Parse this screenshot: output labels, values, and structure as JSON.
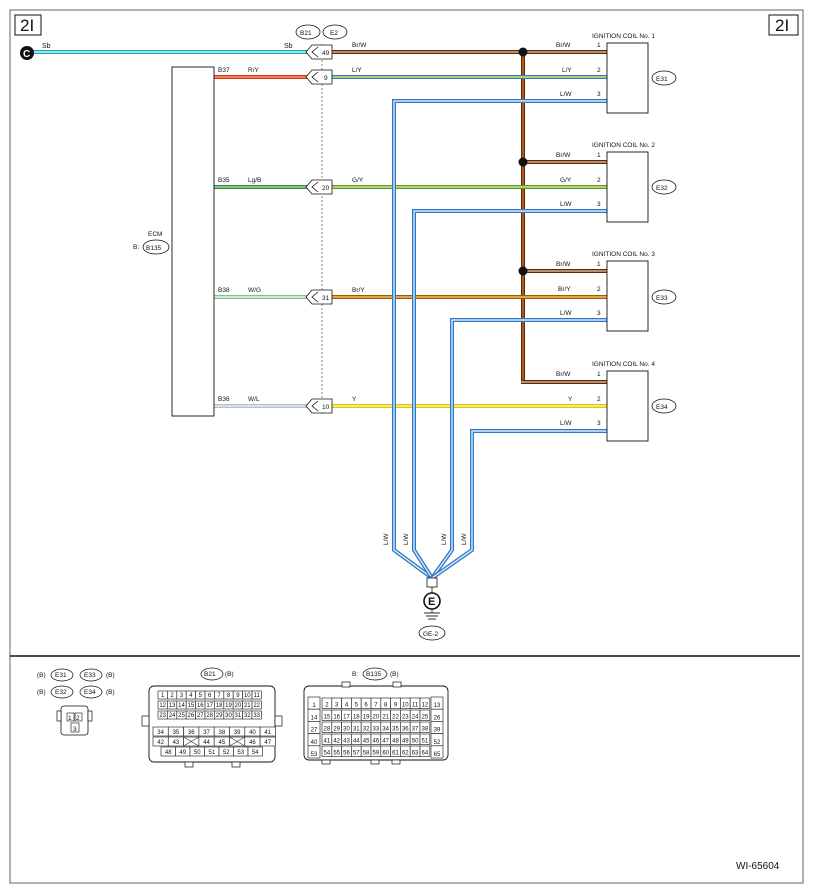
{
  "page_marks": {
    "left": "2I",
    "right": "2I",
    "doc_id": "WI-65604"
  },
  "off_page": {
    "symbol": "C",
    "wire": "Sb",
    "wire_right": "Sb"
  },
  "ecm": {
    "title": "ECM",
    "conn_prefix": "B:",
    "conn": "B135"
  },
  "joint_connectors": [
    "B21",
    "E2"
  ],
  "ecm_pins": [
    {
      "pin": "B37",
      "wire": "R/Y",
      "joint": "9",
      "right_wire": "L/Y"
    },
    {
      "pin": "B35",
      "wire": "Lg/B",
      "joint": "20",
      "right_wire": "G/Y"
    },
    {
      "pin": "B38",
      "wire": "W/G",
      "joint": "31",
      "right_wire": "Br/Y"
    },
    {
      "pin": "B36",
      "wire": "W/L",
      "joint": "10",
      "right_wire": "Y"
    }
  ],
  "sb_joint": {
    "joint": "49",
    "right_wire": "Br/W"
  },
  "coils": [
    {
      "title": "IGNITION COIL No. 1",
      "conn": "E31",
      "pins": [
        {
          "n": "1",
          "wire": "Br/W"
        },
        {
          "n": "2",
          "wire": "L/Y"
        },
        {
          "n": "3",
          "wire": "L/W"
        }
      ]
    },
    {
      "title": "IGNITION COIL No. 2",
      "conn": "E32",
      "pins": [
        {
          "n": "1",
          "wire": "Br/W"
        },
        {
          "n": "2",
          "wire": "G/Y"
        },
        {
          "n": "3",
          "wire": "L/W"
        }
      ]
    },
    {
      "title": "IGNITION COIL No. 3",
      "conn": "E33",
      "pins": [
        {
          "n": "1",
          "wire": "Br/W"
        },
        {
          "n": "2",
          "wire": "Br/Y"
        },
        {
          "n": "3",
          "wire": "L/W"
        }
      ]
    },
    {
      "title": "IGNITION COIL No. 4",
      "conn": "E34",
      "pins": [
        {
          "n": "1",
          "wire": "Br/W"
        },
        {
          "n": "2",
          "wire": "Y"
        },
        {
          "n": "3",
          "wire": "L/W"
        }
      ]
    }
  ],
  "ground": {
    "symbol": "E",
    "label": "GE-2",
    "wire_labels": [
      "L/W",
      "L/W",
      "L/W",
      "L/W"
    ]
  },
  "legend": {
    "coil_conn": {
      "b1": "(B)",
      "e31": "E31",
      "e33": "E33",
      "b2": "(B)",
      "b3": "(B)",
      "e32": "E32",
      "e34": "E34",
      "b4": "(B)",
      "pins": [
        "1",
        "2",
        "3"
      ]
    },
    "b21": {
      "name": "B21",
      "suffix": "(B)",
      "rows": [
        [
          "1",
          "2",
          "3",
          "4",
          "5",
          "6",
          "7",
          "8",
          "9",
          "10",
          "11"
        ],
        [
          "12",
          "13",
          "14",
          "15",
          "16",
          "17",
          "18",
          "19",
          "20",
          "21",
          "22"
        ],
        [
          "23",
          "24",
          "25",
          "26",
          "27",
          "28",
          "29",
          "30",
          "31",
          "32",
          "33"
        ],
        [
          "34",
          "35",
          "36",
          "37",
          "38",
          "39",
          "40",
          "41"
        ],
        [
          "42",
          "43",
          "",
          "44",
          "45",
          "",
          "46",
          "47"
        ],
        [
          "48",
          "49",
          "50",
          "51",
          "52",
          "53",
          "54"
        ]
      ]
    },
    "b135": {
      "prefix": "B:",
      "name": "B135",
      "suffix": "(B)",
      "left": [
        "1",
        "14",
        "27",
        "40",
        "53"
      ],
      "right": [
        "13",
        "26",
        "39",
        "52",
        "65"
      ],
      "rows": [
        [
          "2",
          "3",
          "4",
          "5",
          "6",
          "7",
          "8",
          "9",
          "10",
          "11",
          "12"
        ],
        [
          "15",
          "16",
          "17",
          "18",
          "19",
          "20",
          "21",
          "22",
          "23",
          "24",
          "25"
        ],
        [
          "28",
          "29",
          "30",
          "31",
          "32",
          "33",
          "34",
          "35",
          "36",
          "37",
          "38"
        ],
        [
          "41",
          "42",
          "43",
          "44",
          "45",
          "46",
          "47",
          "48",
          "49",
          "50",
          "51"
        ],
        [
          "54",
          "55",
          "56",
          "57",
          "58",
          "59",
          "60",
          "61",
          "62",
          "63",
          "64"
        ]
      ]
    }
  },
  "colors": {
    "sb": "#6fd6e0",
    "red": "#e8502a",
    "blue": "#3d8fd6",
    "brown": "#7a3a14",
    "green": "#5aa84a",
    "yellow": "#f0e030",
    "orange": "#d98a18",
    "white_gray": "#bfc9d6"
  }
}
